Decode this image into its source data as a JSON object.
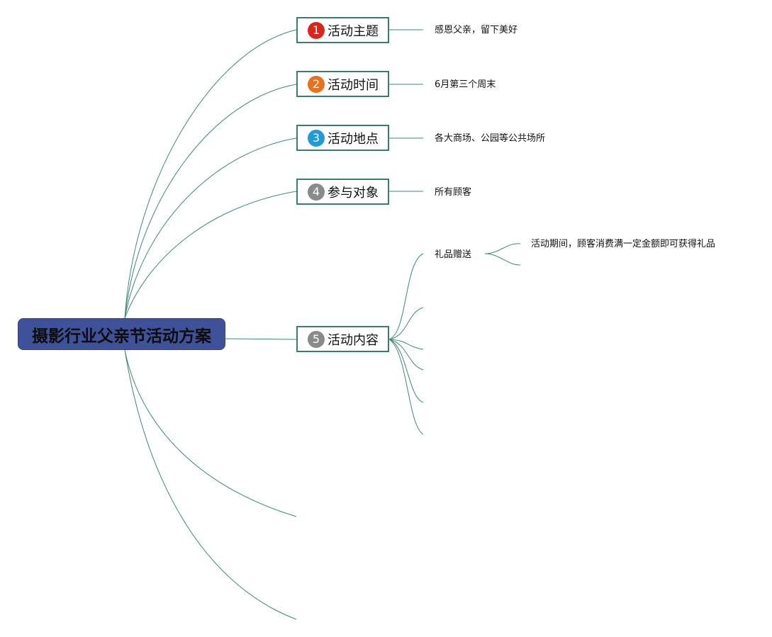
{
  "root": {
    "title": "摄影行业父亲节活动方案"
  },
  "topics": [
    {
      "number": "1",
      "label": "活动主题",
      "badge_color": "#d9261c",
      "detail": "感恩父亲，留下美好"
    },
    {
      "number": "2",
      "label": "活动时间",
      "badge_color": "#e8711d",
      "detail": "6月第三个周末"
    },
    {
      "number": "3",
      "label": "活动地点",
      "badge_color": "#1f9bd8",
      "detail": "各大商场、公园等公共场所"
    },
    {
      "number": "4",
      "label": "参与对象",
      "badge_color": "#8a8a8a",
      "detail": "所有顾客"
    },
    {
      "number": "5",
      "label": "活动内容",
      "badge_color": "#8a8a8a",
      "sub": {
        "label": "礼品赠送",
        "detail": "活动期间，顾客消费满一定金额即可获得礼品"
      }
    }
  ],
  "colors": {
    "connector": "#3f8a74",
    "root_fill": "#3e5199",
    "topic_border": "#3b7c6c"
  }
}
